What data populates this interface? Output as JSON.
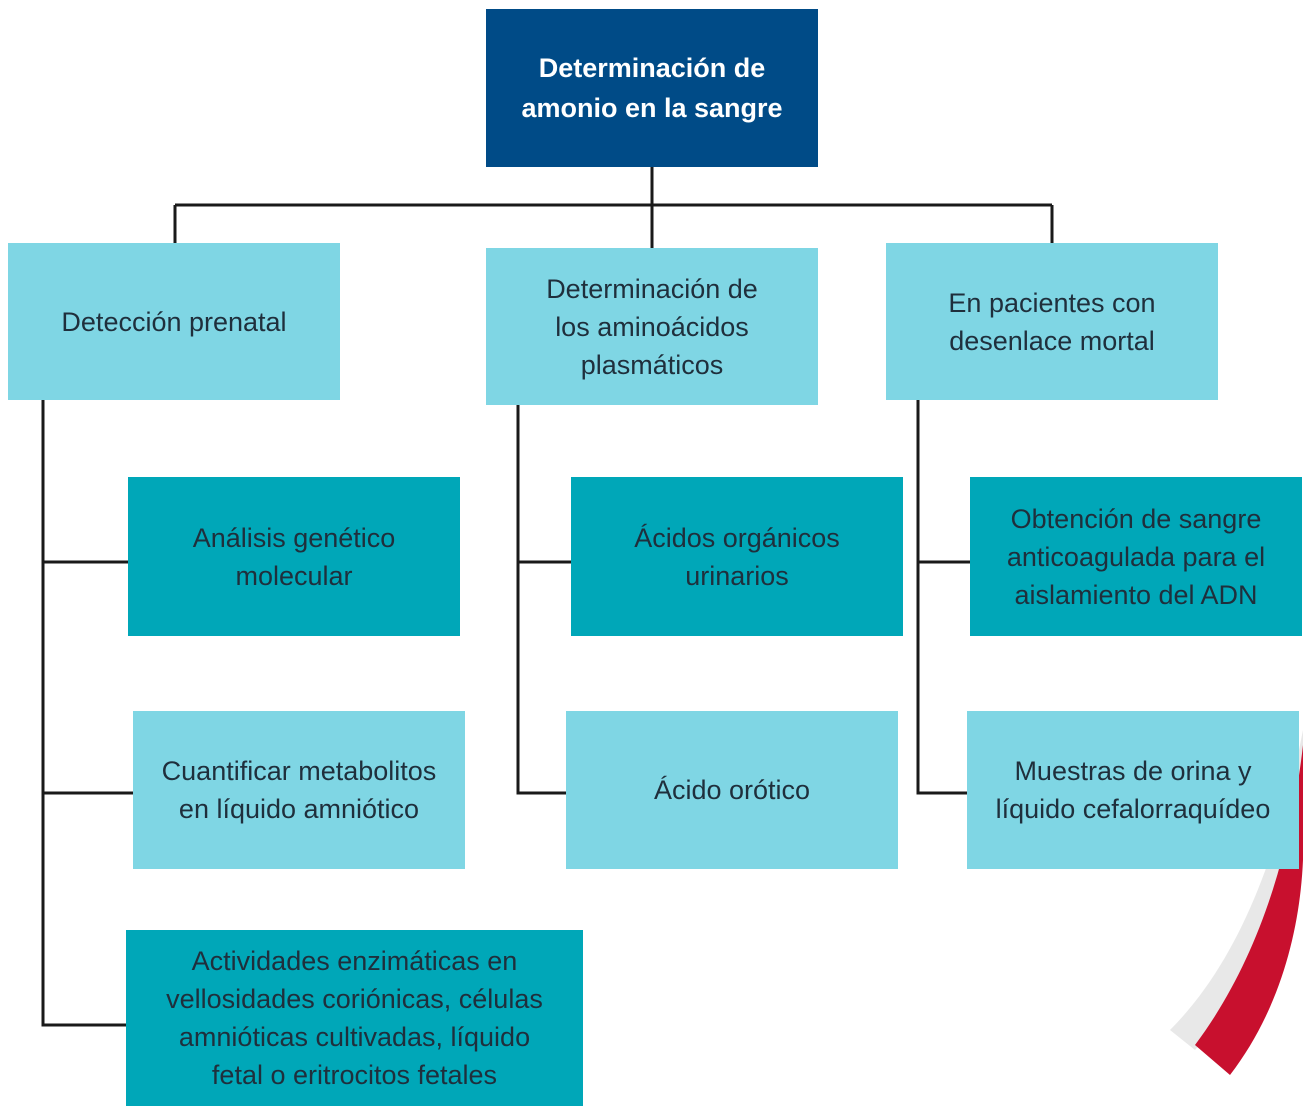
{
  "diagram": {
    "root": {
      "label": "Determinación de amonio en la sangre"
    },
    "categories": [
      {
        "label": "Detección prenatal",
        "items": [
          "Análisis genético molecular",
          "Cuantificar metabolitos en líquido amniótico",
          "Actividades enzimáticas en vellosidades coriónicas, células amnióticas cultivadas, líquido fetal o eritrocitos fetales"
        ]
      },
      {
        "label": "Determinación de los aminoácidos plasmáticos",
        "items": [
          "Ácidos orgánicos urinarios",
          "Ácido orótico"
        ]
      },
      {
        "label": "En pacientes con desenlace mortal",
        "items": [
          "Obtención de sangre anticoagulada para el aislamiento del ADN",
          "Muestras de orina y líquido cefalorraquídeo"
        ]
      }
    ]
  },
  "colors": {
    "root_fill": "#004b87",
    "light_fill": "#7fd6e4",
    "dark_fill": "#00a7b8",
    "line": "#1a1a1a",
    "decoration_red": "#c8102e"
  }
}
